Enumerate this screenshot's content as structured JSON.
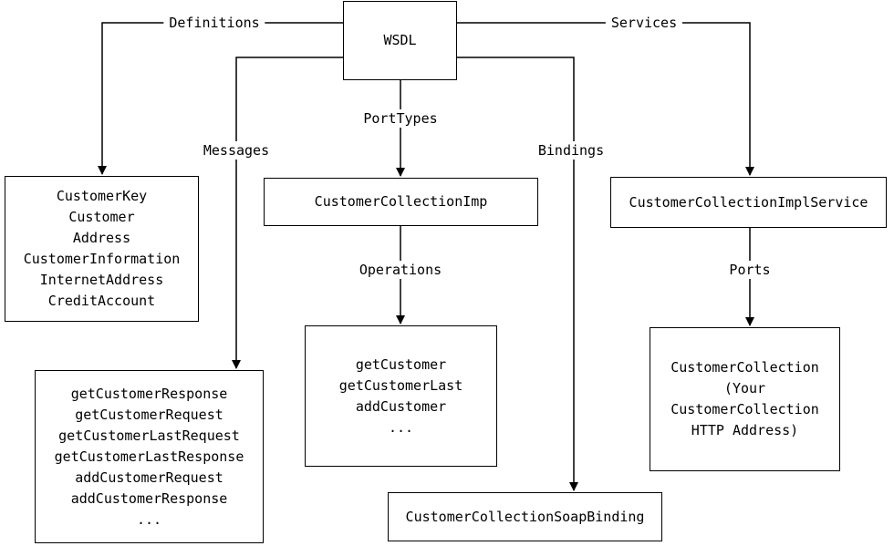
{
  "root": {
    "label": "WSDL"
  },
  "edges": {
    "definitions": "Definitions",
    "services": "Services",
    "messages": "Messages",
    "porttypes": "PortTypes",
    "bindings": "Bindings",
    "operations": "Operations",
    "ports": "Ports"
  },
  "definitions_box": {
    "items": [
      "CustomerKey",
      "Customer",
      "Address",
      "CustomerInformation",
      "InternetAddress",
      "CreditAccount"
    ]
  },
  "porttype_box": {
    "label": "CustomerCollectionImp"
  },
  "service_box": {
    "label": "CustomerCollectionImplService"
  },
  "messages_box": {
    "items": [
      "getCustomerResponse",
      "getCustomerRequest",
      "getCustomerLastRequest",
      "getCustomerLastResponse",
      "addCustomerRequest",
      "addCustomerResponse",
      "..."
    ]
  },
  "operations_box": {
    "items": [
      "getCustomer",
      "getCustomerLast",
      "addCustomer",
      "..."
    ]
  },
  "ports_box": {
    "items": [
      "CustomerCollection",
      "(Your",
      "CustomerCollection",
      "HTTP Address)"
    ]
  },
  "binding_box": {
    "label": "CustomerCollectionSoapBinding"
  }
}
